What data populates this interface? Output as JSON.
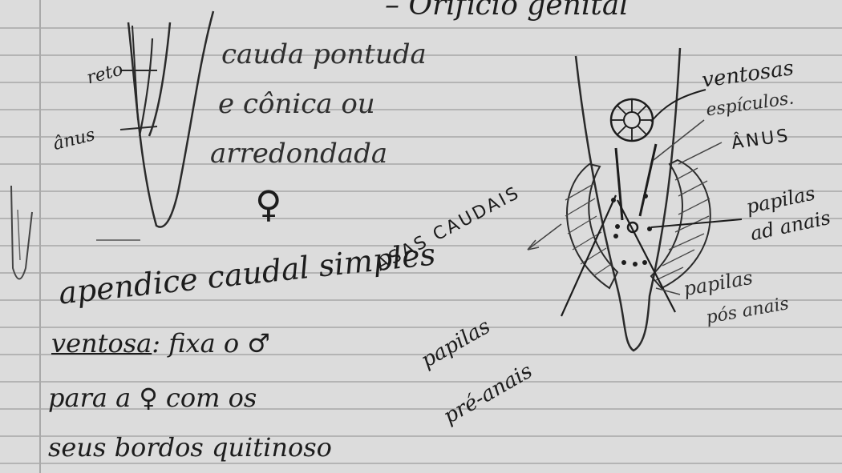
{
  "page": {
    "heading": "– Orifício genital"
  },
  "left_sketch": {
    "label_reto": "reto",
    "label_anus": "ânus"
  },
  "center_text": {
    "line1": "cauda pontuda",
    "line2": "e cônica ou",
    "line3": "arredondada",
    "female_symbol": "♀"
  },
  "apendice_line": "apendice caudal simples",
  "ventosa_line": {
    "term": "ventosa",
    "rest": ": fixa o ♂",
    "line2": "para a ♀ com os",
    "line3": "seus bordos quitinoso"
  },
  "male_tail_diagram": {
    "ventosas": "ventosas",
    "espiculos": "espículos.",
    "anus": "ÂNUS",
    "papilas_ad_anais_1": "papilas",
    "papilas_ad_anais_2": "ad anais",
    "asas_caudais": "ASAS CAUDAIS",
    "papilas_pos_1": "papilas",
    "papilas_pos_2": "pós anais",
    "papilas_pre_1": "papilas",
    "papilas_pre_2": "pré-anais"
  }
}
